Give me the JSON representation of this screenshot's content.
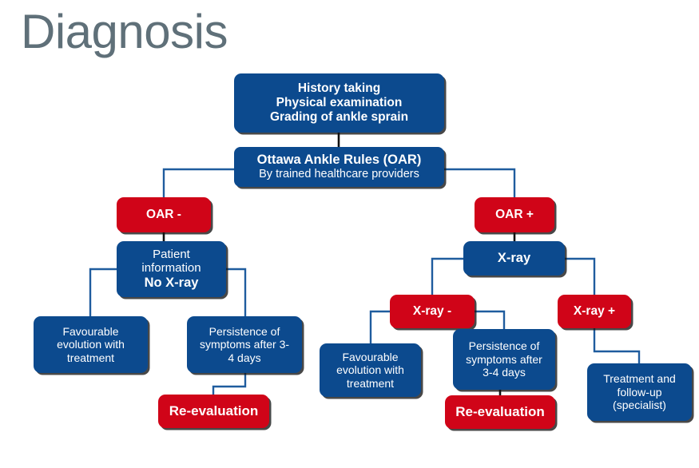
{
  "slide": {
    "title": "Diagnosis",
    "title_color": "#5f7079",
    "background": "#ffffff"
  },
  "palette": {
    "blue": "#0c4a8e",
    "red": "#d00418",
    "connector_blue": "#1f5c9e",
    "connector_black": "#111111",
    "text": "#ffffff"
  },
  "chart_data": {
    "type": "flowchart",
    "title": "Diagnosis",
    "orientation": "top-down",
    "nodes": [
      {
        "id": "assessment",
        "color": "blue",
        "lines": [
          {
            "text": "History taking",
            "bold": true
          },
          {
            "text": "Physical examination",
            "bold": true
          },
          {
            "text": "Grading of ankle sprain",
            "bold": true
          }
        ]
      },
      {
        "id": "oar",
        "color": "blue",
        "lines": [
          {
            "text": "Ottawa Ankle Rules (OAR)",
            "bold": true
          },
          {
            "text": "By trained healthcare providers",
            "bold": false
          }
        ]
      },
      {
        "id": "oar-negative",
        "color": "red",
        "lines": [
          {
            "text": "OAR -",
            "bold": true
          }
        ]
      },
      {
        "id": "oar-positive",
        "color": "red",
        "lines": [
          {
            "text": "OAR +",
            "bold": true
          }
        ]
      },
      {
        "id": "patient-information",
        "color": "blue",
        "lines": [
          {
            "text": "Patient",
            "bold": false
          },
          {
            "text": "information",
            "bold": false
          },
          {
            "text": "No X-ray",
            "bold": true
          }
        ]
      },
      {
        "id": "xray",
        "color": "blue",
        "lines": [
          {
            "text": "X-ray",
            "bold": true
          }
        ]
      },
      {
        "id": "favourable-left",
        "color": "blue",
        "lines": [
          {
            "text": "Favourable",
            "bold": false
          },
          {
            "text": "evolution with",
            "bold": false
          },
          {
            "text": "treatment",
            "bold": false
          }
        ]
      },
      {
        "id": "persistence-left",
        "color": "blue",
        "lines": [
          {
            "text": "Persistence of",
            "bold": false
          },
          {
            "text": "symptoms after 3-",
            "bold": false
          },
          {
            "text": "4 days",
            "bold": false
          }
        ]
      },
      {
        "id": "reevaluation-left",
        "color": "red",
        "lines": [
          {
            "text": "Re-evaluation",
            "bold": true
          }
        ]
      },
      {
        "id": "xray-negative",
        "color": "red",
        "lines": [
          {
            "text": "X-ray -",
            "bold": true
          }
        ]
      },
      {
        "id": "xray-positive",
        "color": "red",
        "lines": [
          {
            "text": "X-ray +",
            "bold": true
          }
        ]
      },
      {
        "id": "favourable-right",
        "color": "blue",
        "lines": [
          {
            "text": "Favourable",
            "bold": false
          },
          {
            "text": "evolution with",
            "bold": false
          },
          {
            "text": "treatment",
            "bold": false
          }
        ]
      },
      {
        "id": "persistence-right",
        "color": "blue",
        "lines": [
          {
            "text": "Persistence of",
            "bold": false
          },
          {
            "text": "symptoms after",
            "bold": false
          },
          {
            "text": "3-4 days",
            "bold": false
          }
        ]
      },
      {
        "id": "reevaluation-right",
        "color": "red",
        "lines": [
          {
            "text": "Re-evaluation",
            "bold": true
          }
        ]
      },
      {
        "id": "treatment-followup",
        "color": "blue",
        "lines": [
          {
            "text": "Treatment and",
            "bold": false
          },
          {
            "text": "follow-up",
            "bold": false
          },
          {
            "text": "(specialist)",
            "bold": false
          }
        ]
      }
    ],
    "edges": [
      {
        "from": "assessment",
        "to": "oar"
      },
      {
        "from": "oar",
        "to": "oar-negative"
      },
      {
        "from": "oar",
        "to": "oar-positive"
      },
      {
        "from": "oar-negative",
        "to": "patient-information"
      },
      {
        "from": "oar-positive",
        "to": "xray"
      },
      {
        "from": "patient-information",
        "to": "favourable-left"
      },
      {
        "from": "patient-information",
        "to": "persistence-left"
      },
      {
        "from": "persistence-left",
        "to": "reevaluation-left"
      },
      {
        "from": "xray",
        "to": "xray-negative"
      },
      {
        "from": "xray",
        "to": "xray-positive"
      },
      {
        "from": "xray-negative",
        "to": "favourable-right"
      },
      {
        "from": "xray-negative",
        "to": "persistence-right"
      },
      {
        "from": "persistence-right",
        "to": "reevaluation-right"
      },
      {
        "from": "xray-positive",
        "to": "treatment-followup"
      }
    ]
  },
  "nodes": {
    "assessment": {
      "l1": "History taking",
      "l2": "Physical examination",
      "l3": "Grading of ankle sprain"
    },
    "oar": {
      "l1": "Ottawa Ankle Rules (OAR)",
      "l2": "By trained healthcare providers"
    },
    "oar_negative": {
      "l1": "OAR -"
    },
    "oar_positive": {
      "l1": "OAR +"
    },
    "patient_information": {
      "l1": "Patient",
      "l2": "information",
      "l3": "No X-ray"
    },
    "xray": {
      "l1": "X-ray"
    },
    "favourable_left": {
      "l1": "Favourable",
      "l2": "evolution with",
      "l3": "treatment"
    },
    "persistence_left": {
      "l1": "Persistence of",
      "l2": "symptoms after 3-",
      "l3": "4 days"
    },
    "reevaluation_left": {
      "l1": "Re-evaluation"
    },
    "xray_negative": {
      "l1": "X-ray -"
    },
    "xray_positive": {
      "l1": "X-ray +"
    },
    "favourable_right": {
      "l1": "Favourable",
      "l2": "evolution with",
      "l3": "treatment"
    },
    "persistence_right": {
      "l1": "Persistence of",
      "l2": "symptoms after",
      "l3": "3-4 days"
    },
    "reevaluation_right": {
      "l1": "Re-evaluation"
    },
    "treatment_followup": {
      "l1": "Treatment and",
      "l2": "follow-up",
      "l3": "(specialist)"
    }
  }
}
